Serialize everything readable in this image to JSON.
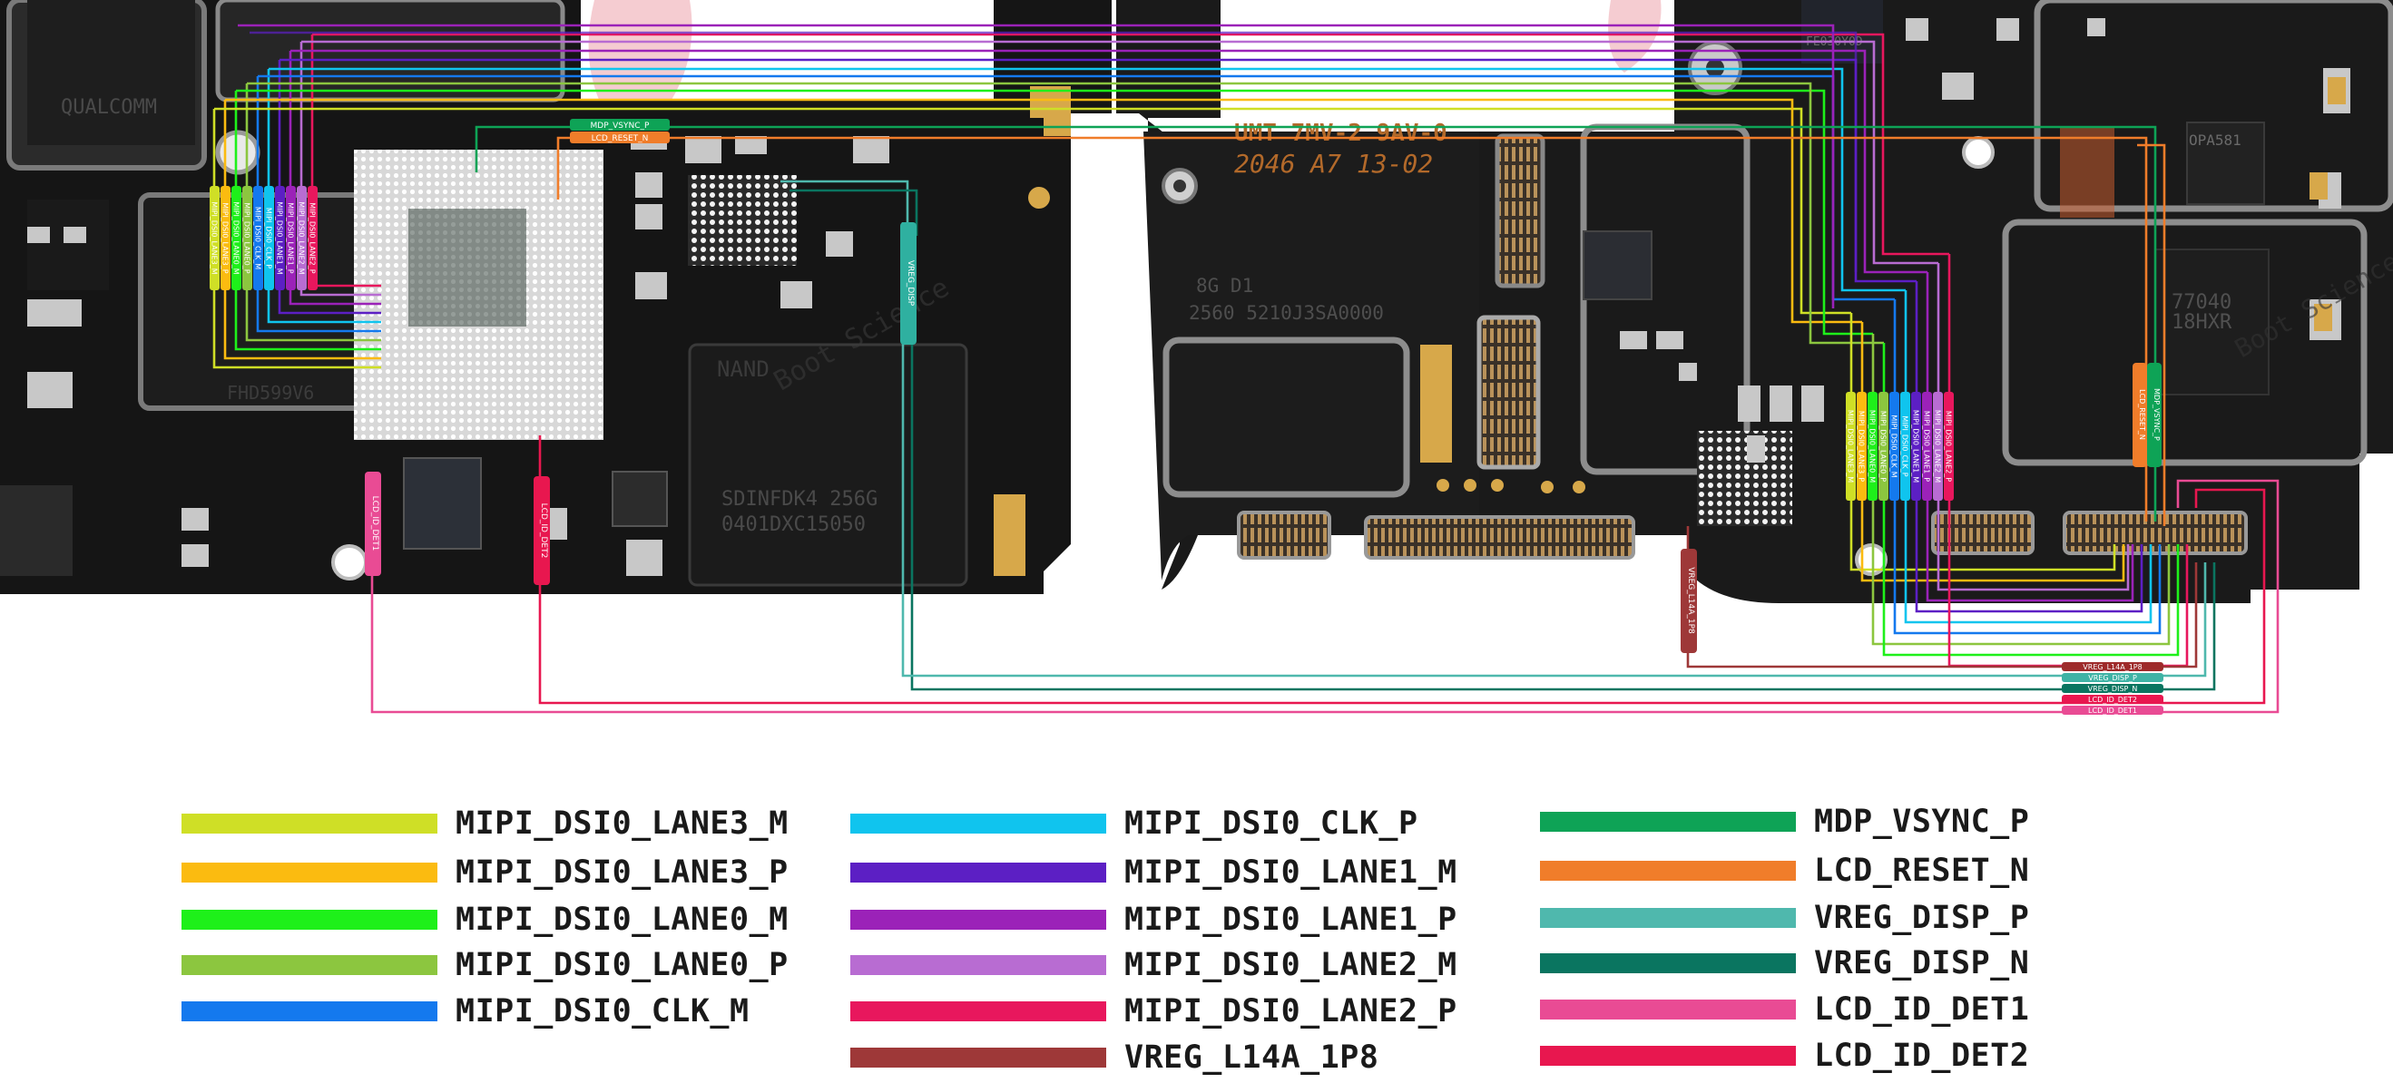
{
  "board": {
    "silkscreen_top": "UMT 7MV-2 9AV-0",
    "silkscreen_date": "2046 A7 13-02",
    "silkscreen_mem_a": "8G    D1",
    "silkscreen_mem_b": "2560  5210J3SA0000",
    "nand_label": "NAND",
    "nand_part": "SDINFDK4 256G",
    "nand_code": "0401DXC15050",
    "pmic_label": "FHD599V6",
    "qual_label": "QUALCOMM",
    "chip_right_a": "77040",
    "chip_right_b": "18HXR",
    "chip_opa": "OPA581",
    "chip_small": "FE030Y0D",
    "watermark": "Boot Science",
    "pad_tags": [
      {
        "label": "MDP_VSYNC_P",
        "color": "#0ea356"
      },
      {
        "label": "LCD_RESET_N",
        "color": "#f07d2a"
      }
    ],
    "bottom_tags": [
      {
        "label": "VREG_L14A_1P8",
        "color": "#9e2b2b"
      },
      {
        "label": "VREG_DISP_P",
        "color": "#3fb3a5"
      },
      {
        "label": "VREG_DISP_N",
        "color": "#0a7560"
      },
      {
        "label": "LCD_ID_DET2",
        "color": "#e8174f"
      },
      {
        "label": "LCD_ID_DET1",
        "color": "#e94b94"
      }
    ],
    "vertical_tags_left": [
      "MIPI_DSI0_LANE3_M",
      "MIPI_DSI0_LANE3_P",
      "MIPI_DSI0_LANE0_M",
      "MIPI_DSI0_LANE0_P",
      "MIPI_DSI0_CLK_M",
      "MIPI_DSI0_CLK_P",
      "MIPI_DSI0_LANE1_M",
      "MIPI_DSI0_LANE1_P",
      "MIPI_DSI0_LANE2_M",
      "MIPI_DSI0_LANE2_P"
    ],
    "vertical_tags_right": [
      "MIPI_DSI0_LANE3_M",
      "MIPI_DSI0_LANE3_P",
      "MIPI_DSI0_LANE0_M",
      "MIPI_DSI0_LANE0_P",
      "MIPI_DSI0_CLK_M",
      "MIPI_DSI0_CLK_P",
      "MIPI_DSI0_LANE1_M",
      "MIPI_DSI0_LANE1_P",
      "MIPI_DSI0_LANE2_M",
      "MIPI_DSI0_LANE2_P"
    ],
    "misc_tags": {
      "vreg_disp": "VREG_DISP",
      "lcd_id_det1": "LCD_ID_DET1",
      "lcd_id_det2": "LCD_ID_DET2",
      "vreg_l14a": "VREG_L14A_1P8",
      "vsync": "MDP_VSYNC_P",
      "reset": "LCD_RESET_N"
    }
  },
  "legend": {
    "items": [
      {
        "label": "MIPI_DSI0_LANE3_M",
        "color": "#cfdf26"
      },
      {
        "label": "MIPI_DSI0_LANE3_P",
        "color": "#fbbb10"
      },
      {
        "label": "MIPI_DSI0_LANE0_M",
        "color": "#1ef01a"
      },
      {
        "label": "MIPI_DSI0_LANE0_P",
        "color": "#8cc63f"
      },
      {
        "label": "MIPI_DSI0_CLK_M",
        "color": "#1479ee"
      },
      {
        "label": "MIPI_DSI0_CLK_P",
        "color": "#10c4ee"
      },
      {
        "label": "MIPI_DSI0_LANE1_M",
        "color": "#5c1fc4"
      },
      {
        "label": "MIPI_DSI0_LANE1_P",
        "color": "#9b22b8"
      },
      {
        "label": "MIPI_DSI0_LANE2_M",
        "color": "#b86cd2"
      },
      {
        "label": "MIPI_DSI0_LANE2_P",
        "color": "#e8175d"
      },
      {
        "label": "VREG_L14A_1P8",
        "color": "#9e3838"
      },
      {
        "label": "MDP_VSYNC_P",
        "color": "#0ea356"
      },
      {
        "label": "LCD_RESET_N",
        "color": "#f07d2a"
      },
      {
        "label": "VREG_DISP_P",
        "color": "#4fb8ad"
      },
      {
        "label": "VREG_DISP_N",
        "color": "#0a7560"
      },
      {
        "label": "LCD_ID_DET1",
        "color": "#e94b94"
      },
      {
        "label": "LCD_ID_DET2",
        "color": "#e8174f"
      }
    ]
  }
}
